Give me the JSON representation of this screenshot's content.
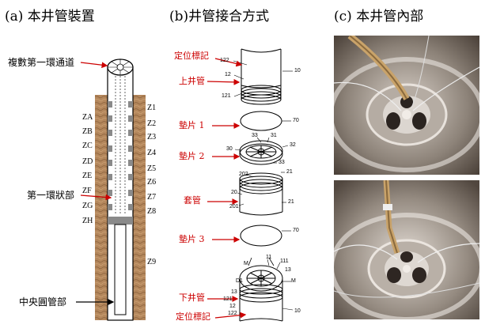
{
  "titles": {
    "a": "(a) 本井管裝置",
    "b": "(b)井管接合方式",
    "c": "(c) 本井管內部"
  },
  "panel_a": {
    "label_top": "複數第一環通道",
    "label_mid": "第一環狀部",
    "label_bottom": "中央圓管部",
    "left_codes": [
      "ZA",
      "ZB",
      "ZC",
      "ZD",
      "ZE",
      "ZF",
      "ZG",
      "ZH"
    ],
    "right_codes": [
      "Z1",
      "Z2",
      "Z3",
      "Z4",
      "Z5",
      "Z6",
      "Z7",
      "Z8",
      "Z9"
    ]
  },
  "panel_b": {
    "labels": [
      "定位標記",
      "上井管",
      "墊片 1",
      "墊片 2",
      "套管",
      "墊片 3",
      "下井管",
      "定位標記"
    ],
    "numbers": {
      "n122a": "122",
      "n12a": "12",
      "n10a": "10",
      "n121a": "121",
      "n70a": "70",
      "n33a": "33",
      "n31": "31",
      "n30": "30",
      "n32": "32",
      "n33b": "33",
      "n202": "202",
      "n21a": "21",
      "n20": "20",
      "n201": "201",
      "n21b": "21",
      "n70b": "70",
      "n11": "11",
      "n111": "111",
      "nMa": "M",
      "n13a": "13",
      "nD1": "D1",
      "nMb": "M",
      "n13b": "13",
      "n121b": "121",
      "n12b": "12",
      "n122b": "122",
      "n10b": "10"
    }
  },
  "colors": {
    "annotation_red": "#cc0000",
    "soil": "#b08055",
    "sleeve": "#8a8a8a"
  }
}
